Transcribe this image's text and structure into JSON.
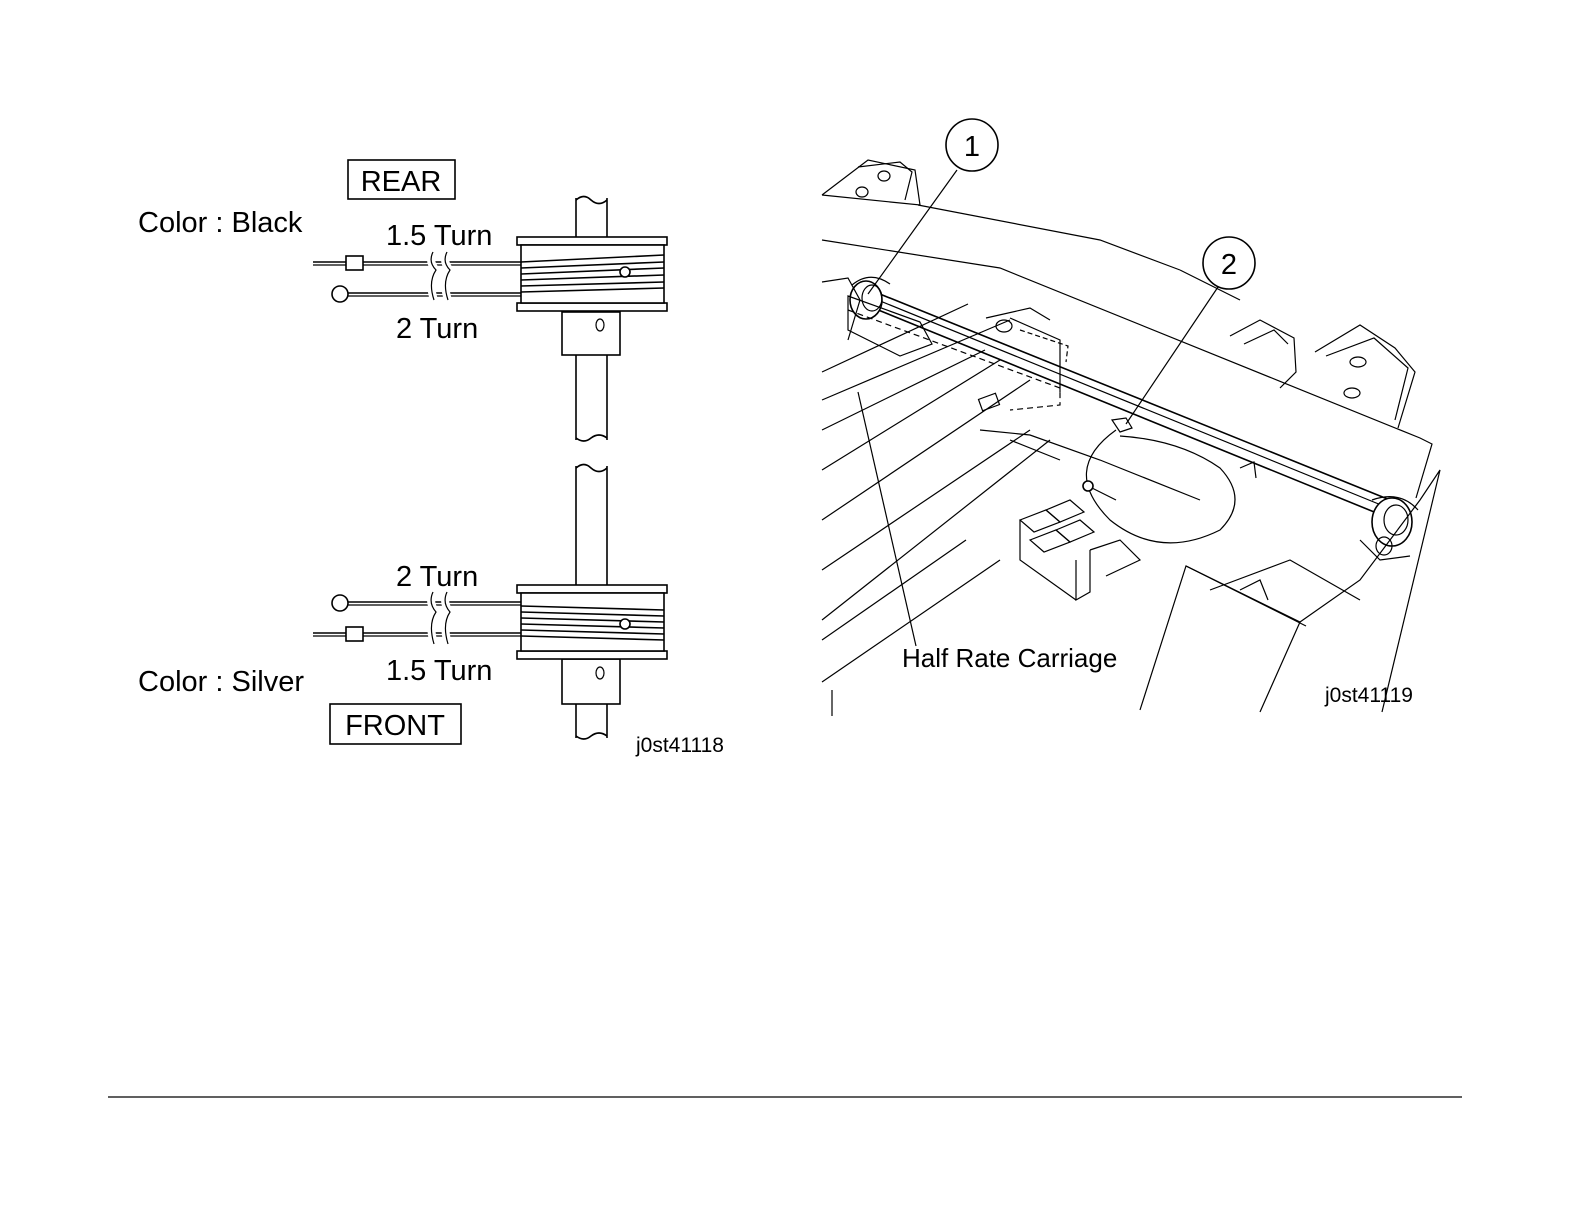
{
  "left_figure": {
    "rear_box": "REAR",
    "front_box": "FRONT",
    "rear_color": "Color : Black",
    "front_color": "Color : Silver",
    "rear_upper_turn": "1.5 Turn",
    "rear_lower_turn": "2 Turn",
    "front_upper_turn": "2 Turn",
    "front_lower_turn": "1.5 Turn",
    "figure_id": "j0st41118"
  },
  "right_figure": {
    "callout_1": "1",
    "callout_2": "2",
    "carriage_label": "Half Rate Carriage",
    "figure_id": "j0st41119"
  }
}
